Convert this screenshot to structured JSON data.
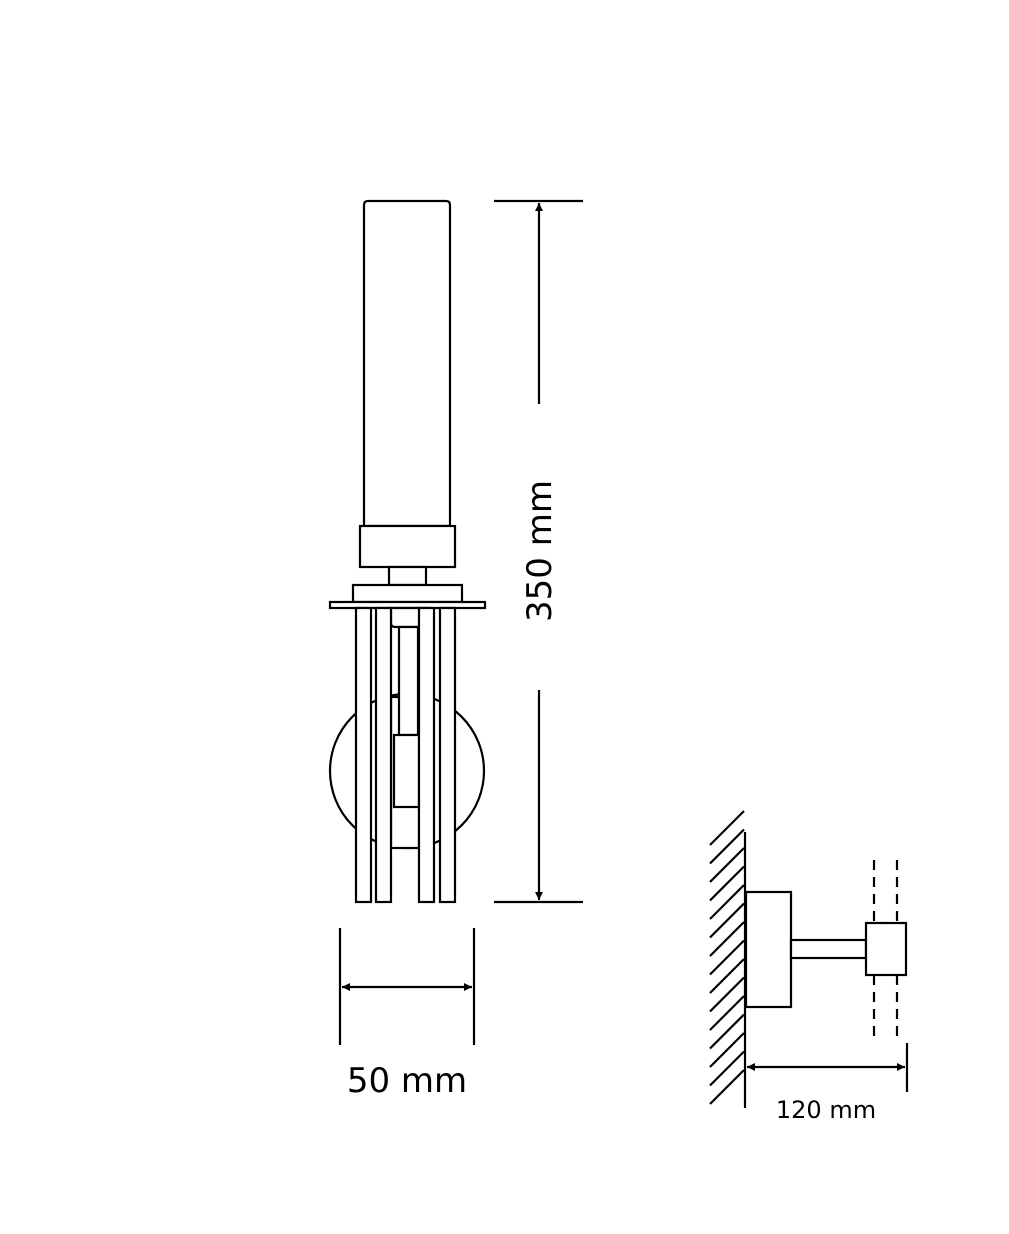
{
  "dimensions": {
    "height_label": "350 mm",
    "width_label": "50 mm",
    "projection_label": "120 mm"
  },
  "colors": {
    "line": "#000000",
    "background": "#ffffff"
  }
}
